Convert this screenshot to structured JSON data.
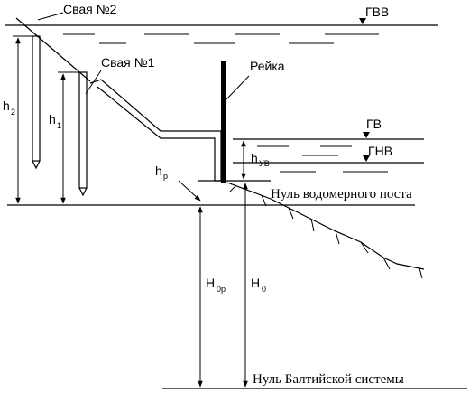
{
  "labels": {
    "pile2": "Свая №2",
    "pile1": "Свая №1",
    "gauge": "Рейка",
    "hww": "ГВВ",
    "gw": "ГВ",
    "lww": "ГНВ",
    "gauge_zero": "Нуль водомерного поста",
    "baltic_zero": "Нуль Балтийской системы"
  },
  "dims": {
    "h2": "h",
    "h2_sub": "2",
    "h1": "h",
    "h1_sub": "1",
    "hp": "h",
    "hp_sub": "p",
    "hub": "h",
    "hub_sub": "УВ",
    "H0p": "H",
    "H0p_sub": "0р",
    "H0": "H",
    "H0_sub": "0"
  },
  "colors": {
    "line": "#000000",
    "background": "#ffffff"
  }
}
